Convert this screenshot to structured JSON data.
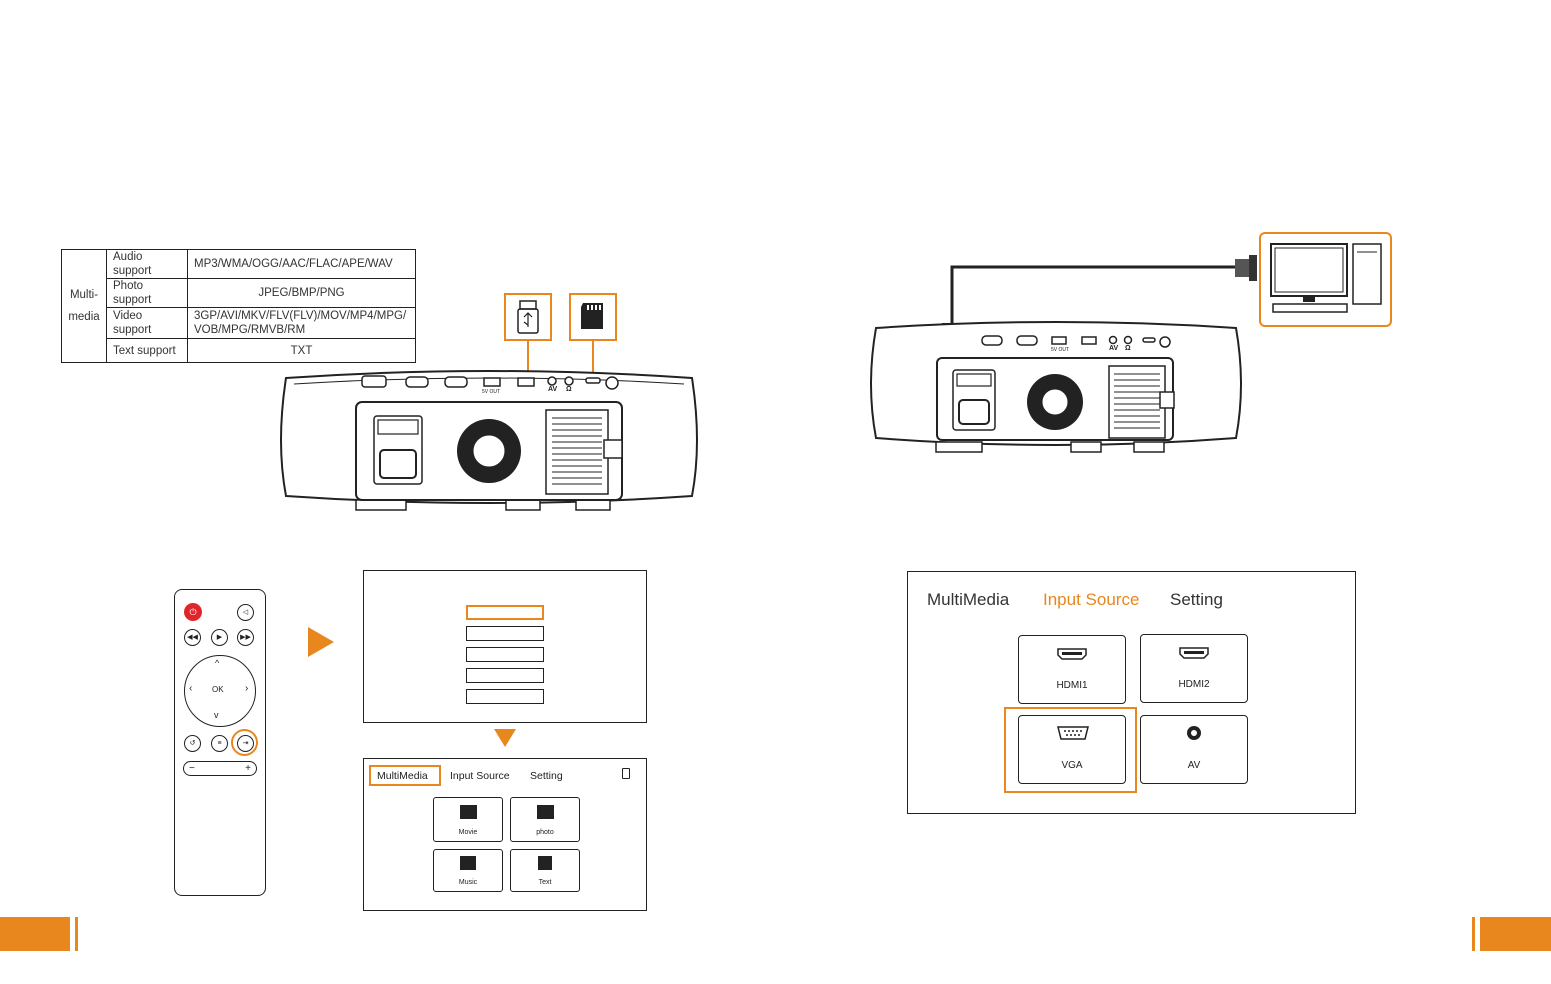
{
  "multimedia_table": {
    "header_line1": "Multi-",
    "header_line2": "media",
    "rows": [
      {
        "label": "Audio support",
        "value": "MP3/WMA/OGG/AAC/FLAC/APE/WAV"
      },
      {
        "label": "Photo support",
        "value": "JPEG/BMP/PNG"
      },
      {
        "label": "Video support",
        "value": "3GP/AVI/MKV/FLV(FLV)/MOV/MP4/MPG/ VOB/MPG/RMVB/RM"
      },
      {
        "label": "Text support",
        "value": "TXT"
      }
    ]
  },
  "projector_labels": {
    "port_5v": "5V OUT",
    "port_av": "AV",
    "port_headphone": "Ω"
  },
  "small_menu": {
    "tabs": [
      "MultiMedia",
      "Input Source",
      "Setting"
    ],
    "tiles": [
      "Movie",
      "photo",
      "Music",
      "Text"
    ]
  },
  "large_menu": {
    "tabs": [
      "MultiMedia",
      "Input Source",
      "Setting"
    ],
    "active_tab": "Input Source",
    "tiles": [
      "HDMI1",
      "HDMI2",
      "VGA",
      "AV"
    ]
  },
  "remote": {
    "ok_label": "OK",
    "minus": "−",
    "plus": "+"
  },
  "colors": {
    "accent": "#e8871e",
    "power": "#e0262b",
    "outline": "#222222"
  },
  "icons": [
    "usb-drive-icon",
    "sd-card-icon",
    "computer-monitor-icon",
    "vga-port-icon",
    "hdmi-port-icon",
    "play-arrow-icon",
    "down-arrow-icon"
  ]
}
